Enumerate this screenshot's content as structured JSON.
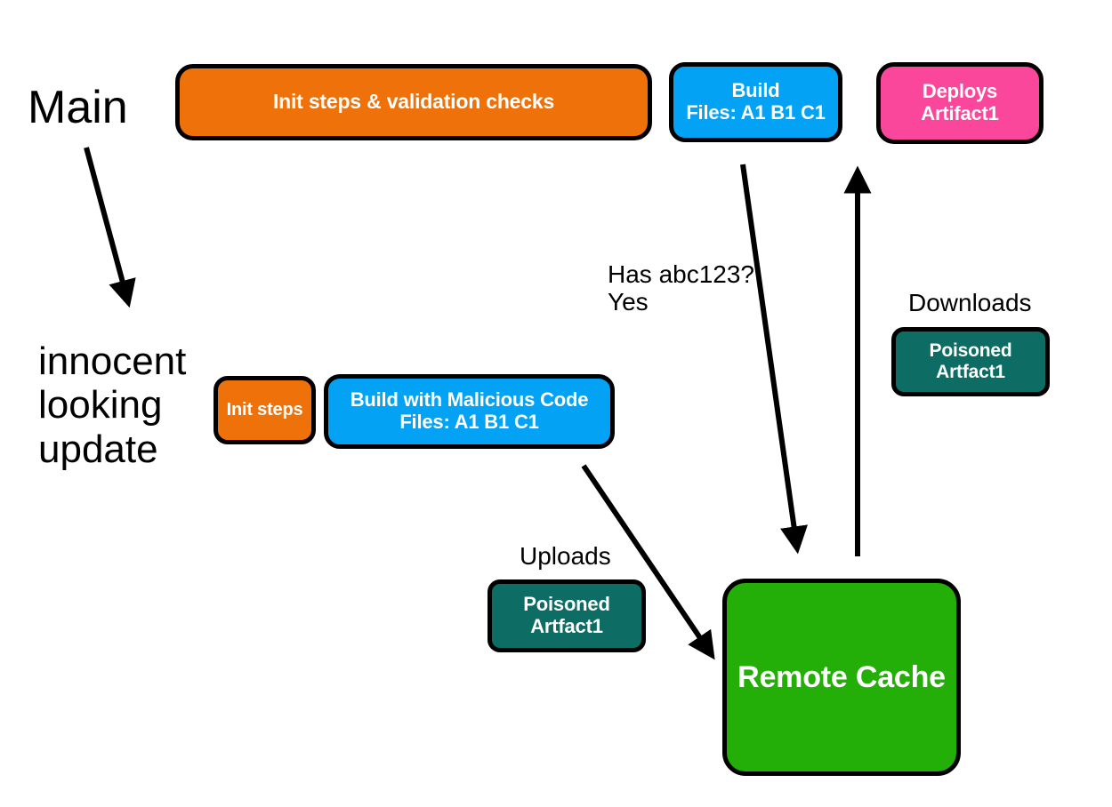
{
  "diagram": {
    "title_labels": {
      "main": "Main",
      "innocent_update": "innocent\nlooking\nupdate"
    },
    "colors": {
      "orange": "#EE7209",
      "blue": "#03A2F4",
      "pink": "#FB479B",
      "teal": "#0D6C63",
      "green": "#23AF07",
      "outline": "#000000",
      "text_on_node": "#FFFFFF",
      "text_plain": "#000000"
    },
    "nodes": [
      {
        "id": "init-validation",
        "label": "Init steps & validation checks",
        "color": "orange"
      },
      {
        "id": "build-main",
        "label": "Build\nFiles: A1  B1  C1",
        "color": "blue"
      },
      {
        "id": "deploys",
        "label": "Deploys\nArtifact1",
        "color": "pink"
      },
      {
        "id": "init-steps",
        "label": "Init steps",
        "color": "orange"
      },
      {
        "id": "build-malicious",
        "label": "Build with Malicious Code\nFiles: A1  B1  C1",
        "color": "blue"
      },
      {
        "id": "poisoned-upload",
        "label": "Poisoned\nArtfact1",
        "color": "teal"
      },
      {
        "id": "poisoned-download",
        "label": "Poisoned\nArtfact1",
        "color": "teal"
      },
      {
        "id": "remote-cache",
        "label": "Remote Cache",
        "color": "green"
      }
    ],
    "edge_labels": {
      "has_abc123": "Has abc123?\nYes",
      "uploads": "Uploads",
      "downloads": "Downloads"
    },
    "arrows": [
      {
        "id": "main-to-update",
        "from": "Main",
        "to": "innocent looking update"
      },
      {
        "id": "build-main-to-cache",
        "from": "Build",
        "to": "Remote Cache"
      },
      {
        "id": "cache-to-deploys",
        "from": "Remote Cache",
        "to": "Deploys Artifact1"
      },
      {
        "id": "build-malicious-to-cache",
        "from": "Build with Malicious Code",
        "to": "Remote Cache"
      }
    ]
  }
}
